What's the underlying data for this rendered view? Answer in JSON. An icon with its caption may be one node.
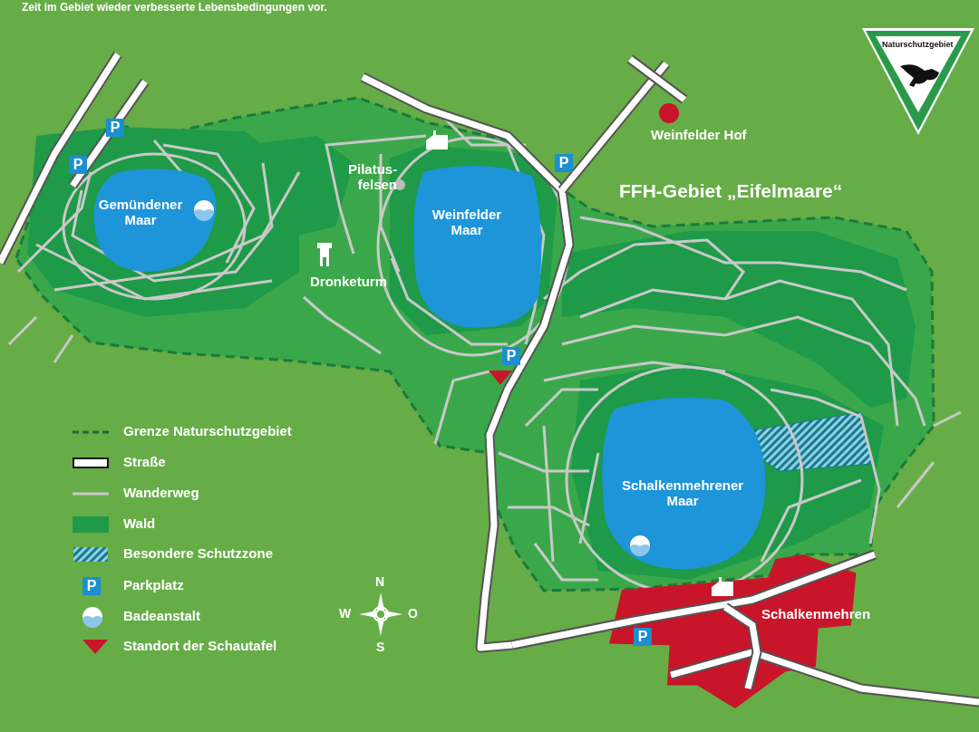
{
  "diagram": {
    "nodes": [
      {
        "text": [
          "Gemündener Maar"
        ]
      },
      {
        "text": [
          "Weinfelder Maar"
        ]
      },
      {
        "text": [
          "Schalkenmehrener Maar"
        ]
      },
      {
        "text": [
          "Schalkenmehren"
        ]
      }
    ],
    "labels": [
      "Zeit im Gebiet wieder verbesserte Lebensbedingungen vor.",
      "Naturschutzgebiet",
      "P",
      "Weinfelder Hof",
      "P",
      "P",
      "Pilatus- felsen",
      "FFH-Gebiet „Eifelmaare“",
      "Dronketurm",
      "P",
      "N",
      "P",
      "W",
      "O",
      "P",
      "S"
    ],
    "legend": [
      {
        "text": "Grenze Naturschutzgebiet"
      },
      {
        "text": "Straße"
      },
      {
        "text": "Wanderweg"
      },
      {
        "text": "Wald",
        "color": "#1e9a48"
      },
      {
        "text": "Besondere Schutzzone"
      },
      {
        "text": "Parkplatz"
      },
      {
        "text": "Badeanstalt"
      },
      {
        "text": "Standort der Schautafel"
      }
    ]
  }
}
